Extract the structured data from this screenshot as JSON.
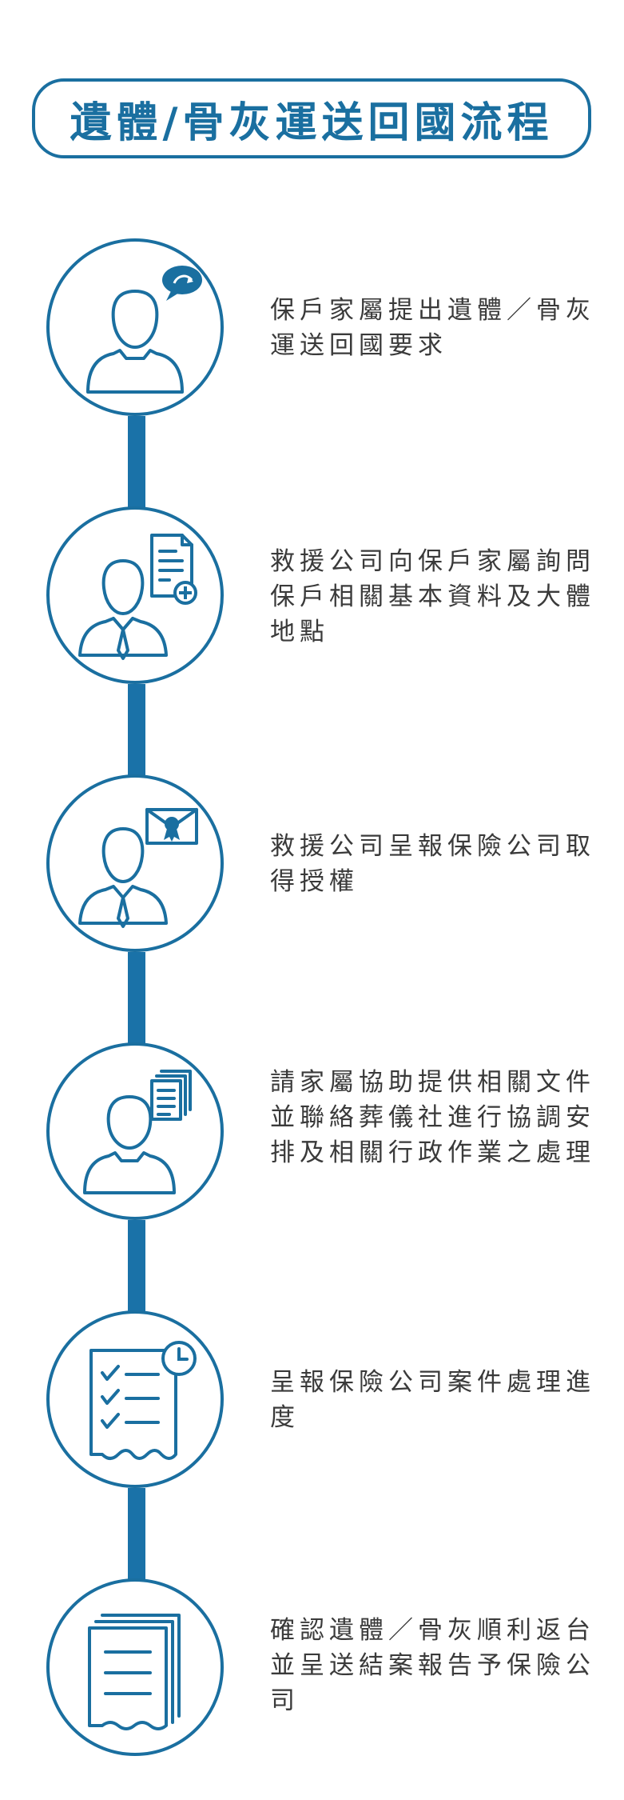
{
  "title": "遺體/骨灰運送回國流程",
  "steps": [
    {
      "text": "保戶家屬提出遺體／骨灰運送回國要求",
      "icon": "person-speech-bubble-icon"
    },
    {
      "text": "救援公司向保戶家屬詢問保戶相關基本資料及大體地點",
      "icon": "businessman-document-icon"
    },
    {
      "text": "救援公司呈報保險公司取得授權",
      "icon": "businessman-certificate-icon"
    },
    {
      "text": "請家屬協助提供相關文件並聯絡葬儀社進行協調安排及相關行政作業之處理",
      "icon": "person-documents-icon"
    },
    {
      "text": "呈報保險公司案件處理進度",
      "icon": "checklist-clock-icon"
    },
    {
      "text": "確認遺體／骨灰順利返台並呈送結案報告予保險公司",
      "icon": "stacked-documents-icon"
    }
  ],
  "colors": {
    "primary": "#1a6fa0",
    "connector": "#1a72a8",
    "text": "#3a3a3a"
  }
}
